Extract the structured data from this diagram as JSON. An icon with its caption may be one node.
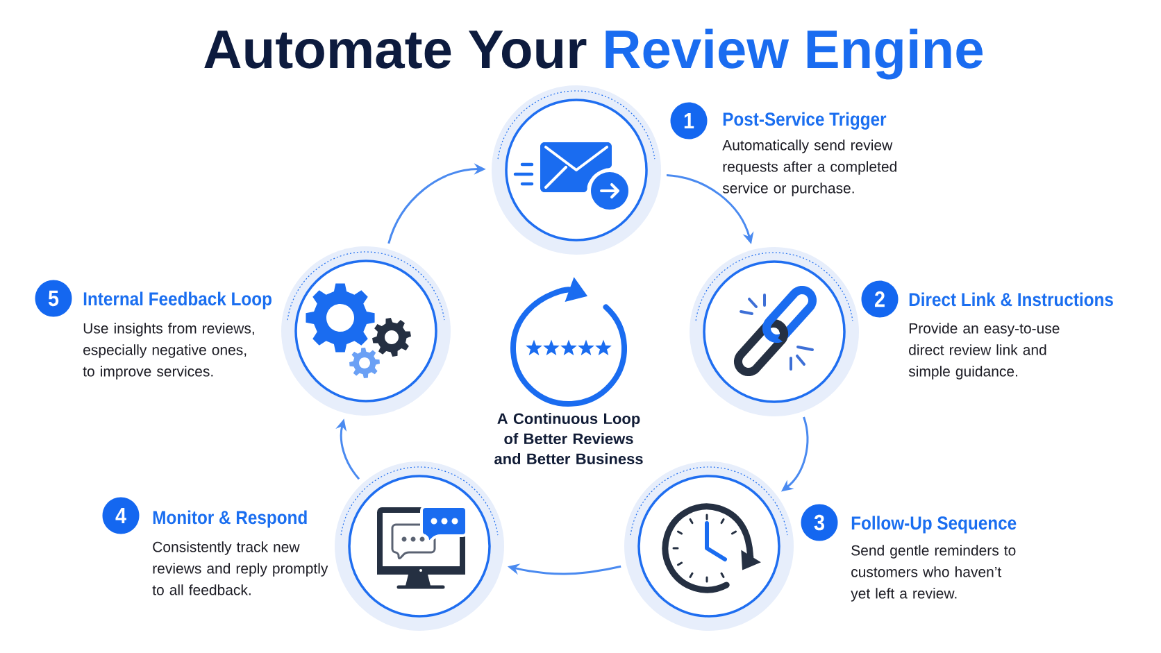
{
  "diagram": {
    "title": "Automate Your **Review Engine**",
    "nodes": [
      {
        "text": [],
        "shape": "circle"
      },
      {
        "text": [
          "1"
        ],
        "beside": [
          "Post-Service Trigger",
          "Automatically send review requests after a completed service or purchase."
        ]
      },
      {
        "text": [],
        "shape": "circle"
      },
      {
        "text": [
          "2"
        ],
        "beside": [
          "Direct Link & Instructions",
          "Provide an easy-to-use direct review link and simple guidance."
        ]
      },
      {
        "text": [],
        "shape": "circle"
      },
      {
        "text": [
          "3"
        ],
        "beside": [
          "Follow-Up Sequence",
          "Send gentle reminders to customers who haven’t yet left a review."
        ]
      },
      {
        "text": [],
        "shape": "circle"
      },
      {
        "text": [
          "4"
        ],
        "beside": [
          "Monitor & Respond",
          "Consistently track new reviews and reply promptly to all feedback."
        ]
      },
      {
        "text": [],
        "shape": "circle"
      },
      {
        "text": [
          "5"
        ],
        "beside": [
          "Internal Feedback Loop",
          "Use insights from reviews, especially negative ones, to improve services."
        ]
      }
    ],
    "edges": [
      {
        "from": 0,
        "to": 2,
        "arrow": "to"
      },
      {
        "from": 2,
        "to": 4,
        "arrow": "to"
      },
      {
        "from": 4,
        "to": 6,
        "arrow": "to"
      },
      {
        "from": 6,
        "to": 8,
        "arrow": "to"
      },
      {
        "from": 8,
        "to": 0,
        "arrow": "to"
      }
    ],
    "labels": [
      "A Continuous Loop of Better Reviews and Better Business"
    ]
  }
}
